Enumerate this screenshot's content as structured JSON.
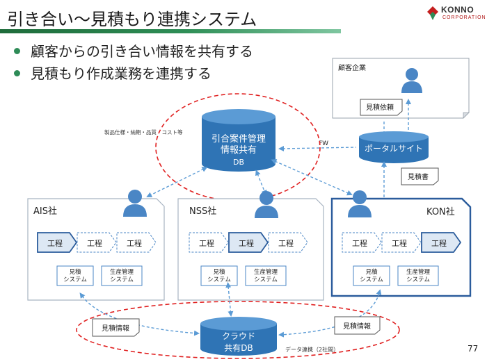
{
  "slide": {
    "title": "引き合い〜見積もり連携システム",
    "bullets": [
      "顧客からの引き合い情報を共有する",
      "見積もり作成業務を連携する"
    ],
    "page_number": "77"
  },
  "logo": {
    "name": "KONNO",
    "sub": "CORPORATION"
  },
  "customer": {
    "label": "顧客企業",
    "request_doc": "見積依頼"
  },
  "portal": {
    "label": "ポータルサイト",
    "fw_label": "FW",
    "quote_doc": "見積書"
  },
  "shared_db": {
    "line1": "引合案件管理",
    "line2": "情報共有",
    "line3": "DB",
    "annotation": "製品仕様・納期・品質・コスト等"
  },
  "companies": [
    {
      "name": "AIS社",
      "process": [
        "工程",
        "工程",
        "工程"
      ],
      "systems": [
        "見積\nシステム",
        "生産管理\nシステム"
      ]
    },
    {
      "name": "NSS社",
      "process": [
        "工程",
        "工程",
        "工程"
      ],
      "systems": [
        "見積\nシステム",
        "生産管理\nシステム"
      ]
    },
    {
      "name": "KON社",
      "process": [
        "工程",
        "工程",
        "工程"
      ],
      "systems": [
        "見積\nシステム",
        "生産管理\nシステム"
      ]
    }
  ],
  "cloud_db": {
    "line1": "クラウド",
    "line2": "共有DB",
    "left_doc": "見積情報",
    "right_doc": "見積情報",
    "note": "データ連携（2社間）"
  },
  "colors": {
    "title_bar": "#2e8b57",
    "cylinder_fill": "#2f74b5",
    "person_fill": "#4a86c5",
    "process_fill": "#dde8f4",
    "highlight_border": "#2b5c9c",
    "ellipse_red": "#e02020",
    "arrow_blue": "#5b9bd5"
  }
}
